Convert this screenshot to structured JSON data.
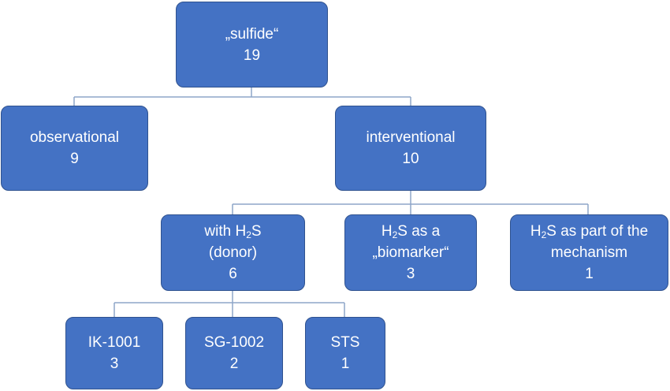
{
  "nodes": {
    "root": {
      "title": "„sulfide“",
      "count": "19"
    },
    "observational": {
      "title": "observational",
      "count": "9"
    },
    "interventional": {
      "title": "interventional",
      "count": "10"
    },
    "donor": {
      "line1_prefix": "with H",
      "sub": "2",
      "line1_suffix": "S",
      "line2": "(donor)",
      "count": "6"
    },
    "biomarker": {
      "line1_prefix": "H",
      "sub": "2",
      "line1_suffix": "S as a",
      "line2": "„biomarker“",
      "count": "3"
    },
    "mechanism": {
      "line1_prefix": "H",
      "sub": "2",
      "line1_suffix": "S as part of the",
      "line2": "mechanism",
      "count": "1"
    },
    "ik1001": {
      "title": "IK-1001",
      "count": "3"
    },
    "sg1002": {
      "title": "SG-1002",
      "count": "2"
    },
    "sts": {
      "title": "STS",
      "count": "1"
    }
  },
  "colors": {
    "box_fill": "#4472c4",
    "box_border": "#2f528f",
    "connector": "#8ea5c8",
    "text": "#ffffff"
  }
}
